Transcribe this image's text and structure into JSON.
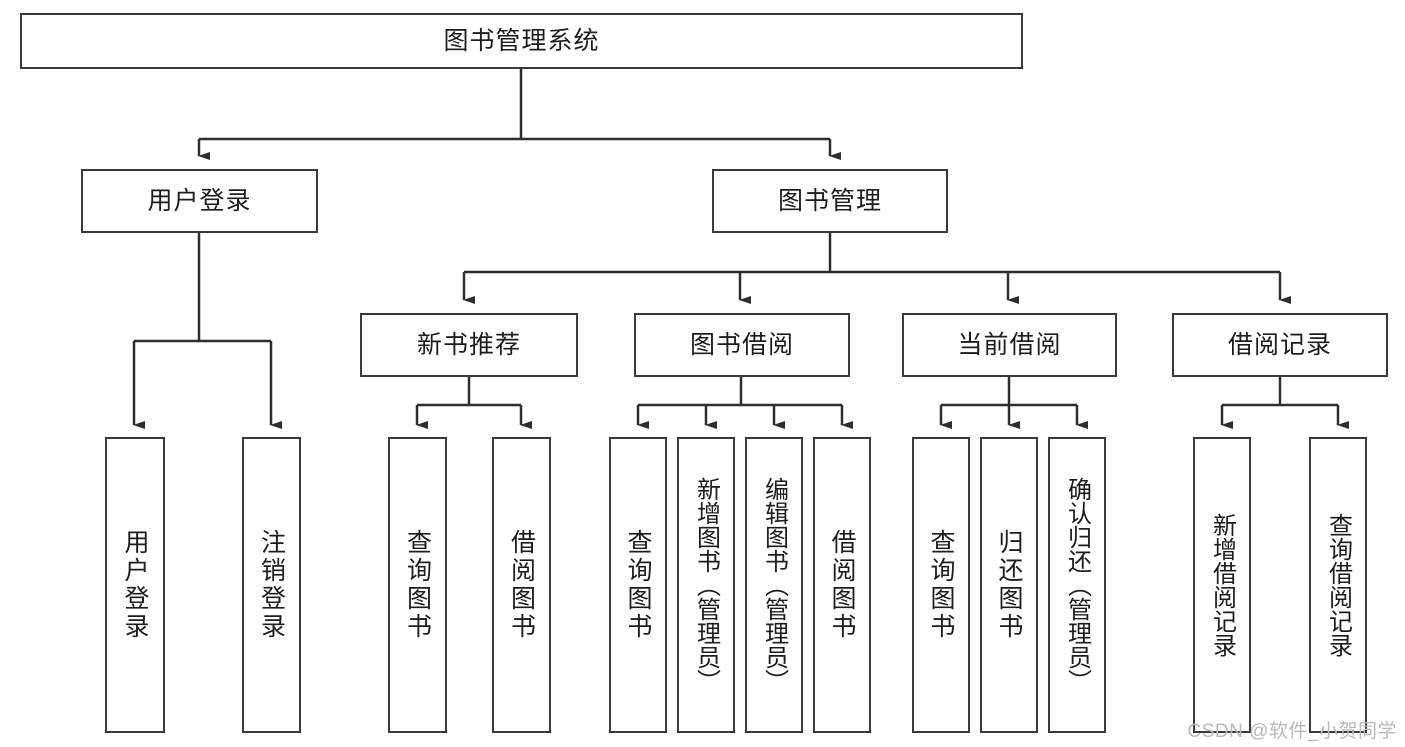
{
  "diagram": {
    "title_node": {
      "label": "图书管理系统"
    },
    "level2": [
      {
        "id": "user-login",
        "label": "用户登录"
      },
      {
        "id": "book-management",
        "label": "图书管理"
      }
    ],
    "level3": [
      {
        "id": "new-book-recommend",
        "label": "新书推荐"
      },
      {
        "id": "book-borrow",
        "label": "图书借阅"
      },
      {
        "id": "current-borrow",
        "label": "当前借阅"
      },
      {
        "id": "borrow-record",
        "label": "借阅记录"
      }
    ],
    "leaves": {
      "user_login": [
        {
          "id": "leaf-user-login",
          "label": "用户登录"
        },
        {
          "id": "leaf-logout-login",
          "label": "注销登录"
        }
      ],
      "new_book_recommend": [
        {
          "id": "leaf-query-book-1",
          "label": "查询图书"
        },
        {
          "id": "leaf-borrow-book-1",
          "label": "借阅图书"
        }
      ],
      "book_borrow": [
        {
          "id": "leaf-query-book-2",
          "label": "查询图书"
        },
        {
          "id": "leaf-add-book",
          "label": "新增图书（管理员）"
        },
        {
          "id": "leaf-edit-book",
          "label": "编辑图书（管理员）"
        },
        {
          "id": "leaf-borrow-book-2",
          "label": "借阅图书"
        }
      ],
      "current_borrow": [
        {
          "id": "leaf-query-book-3",
          "label": "查询图书"
        },
        {
          "id": "leaf-return-book",
          "label": "归还图书"
        },
        {
          "id": "leaf-confirm-return",
          "label": "确认归还（管理员）"
        }
      ],
      "borrow_record": [
        {
          "id": "leaf-add-record",
          "label": "新增借阅记录"
        },
        {
          "id": "leaf-query-record",
          "label": "查询借阅记录"
        }
      ]
    }
  },
  "watermark": {
    "text": "CSDN @软件_小贺同学"
  },
  "colors": {
    "border": "#3a3a3a",
    "text": "#1d1d1d",
    "background": "#ffffff",
    "watermark": "#b9b9b9"
  }
}
